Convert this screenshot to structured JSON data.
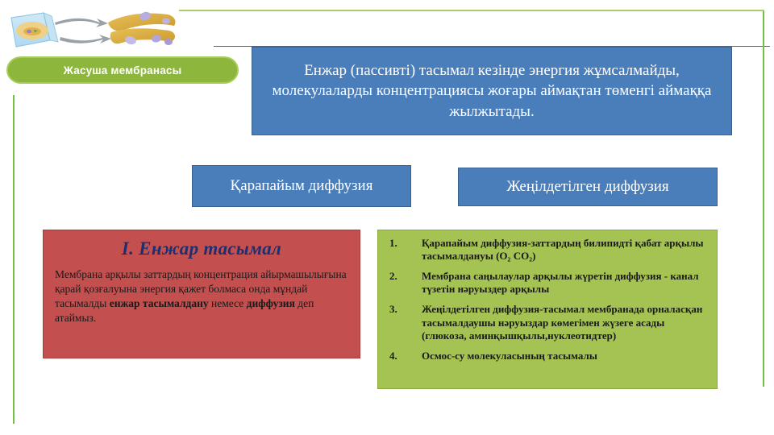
{
  "slide": {
    "title_pill": "Жасуша мембранасы",
    "header_text": "Енжар (пассивті) тасымал  кезінде энергия жұмсалмайды, молекулаларды концентрациясы жоғары аймақтан төменгі аймаққа жылжытады.",
    "type_boxes": [
      {
        "label": "Қарапайым диффузия"
      },
      {
        "label": "Жеңілдетілген диффузия"
      }
    ],
    "definition_panel": {
      "title": "I. Енжар тасымал",
      "body_prefix": "Мембрана арқылы заттардың концентрация айырмашылығына қарай қозғалуына энергия қажет болмаса онда мұндай тасымалды ",
      "body_bold_1": "енжар  тасымалдану",
      "body_middle": " немесе ",
      "body_bold_2": "диффузия",
      "body_suffix": " деп атаймыз."
    },
    "list_panel": {
      "items": [
        {
          "number": "1.",
          "text": "Қарапайым диффузия-заттардың билипидті қабат арқылы тасымалдануы (O₂  CO₂)"
        },
        {
          "number": "2.",
          "text": "Мембрана саңылаулар арқылы жүретін диффузия - канал түзетін нәруыздер арқылы"
        },
        {
          "number": "3.",
          "text": "Жеңілдетілген диффузия-тасымал  мембранада орналасқан тасымалдаушы нәруыздар көмегімен жүзеге асады (глюкоза, аминқышқылы,нуклеотидтер)"
        },
        {
          "number": "4.",
          "text": "Осмос-су молекуласының тасымалы"
        }
      ]
    },
    "clipart": {
      "name": "cell-membrane-transport-illustration"
    },
    "colors": {
      "blue_box": "#4a7ebb",
      "blue_border": "#37618f",
      "red_panel": "#c44f4f",
      "green_panel": "#a5c353",
      "green_pill": "#8cb63c",
      "green_rule": "#76c043",
      "title_navy": "#1f2f6e"
    }
  }
}
